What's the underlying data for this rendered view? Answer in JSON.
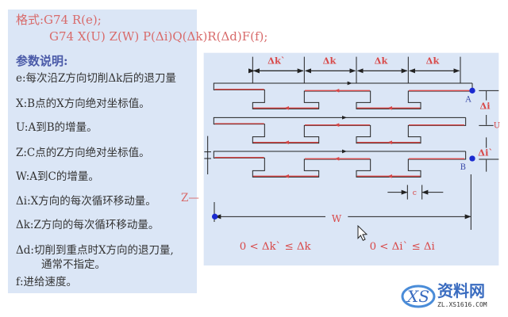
{
  "format": {
    "line1": "格式:G74 R(e);",
    "line2": "G74 X(U) Z(W) P(Δi)Q(Δk)R(Δd)F(f);"
  },
  "params": {
    "heading": "参数说明:",
    "items": [
      "e:每次沿Z方向切削Δk后的退刀量",
      "X:B点的X方向绝对坐标值。",
      "U:A到B的增量。",
      "Z:C点的Z方向绝对坐标值。",
      "W:A到C的增量。",
      "Δi:X方向的每次循环移动量。",
      "Δk:Z方向的每次循环移动量。",
      "Δd:切削到重点时X方向的退刀量,",
      "通常不指定。",
      "f:进给速度。"
    ],
    "z_fragment": "Z—"
  },
  "diagram": {
    "dk_labels": [
      "Δk`",
      "Δk",
      "Δk",
      "Δk"
    ],
    "point_a": "A",
    "point_b": "B",
    "di_label": "Δi",
    "u_label": "U",
    "di_prime_label": "Δi`",
    "c_label": "c",
    "w_label": "W",
    "constraint_k": "0 < Δk` ≤ Δk",
    "constraint_i": "0 < Δi` ≤ Δi",
    "colors": {
      "path": "#d84848",
      "outline": "#222222",
      "point": "#1a2ad0",
      "panel": "#dbe6f6"
    }
  },
  "logo": {
    "mark": "XS",
    "name": "资料网",
    "url": "ZL.XS1616.COM"
  }
}
